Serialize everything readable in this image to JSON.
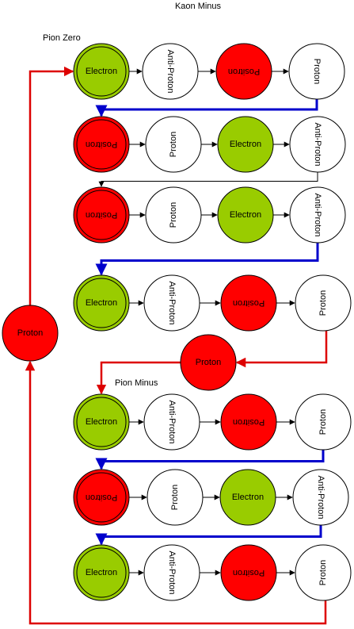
{
  "title": "Kaon Minus",
  "labels": {
    "pion_zero": "Pion Zero",
    "pion_minus": "Pion Minus"
  },
  "colors": {
    "electron": "#99cc00",
    "positron": "#ff0000",
    "neutral": "#ffffff",
    "outline": "#000000",
    "blue_connector": "#0000cc",
    "red_connector": "#dd0000"
  },
  "nodes": [
    {
      "id": "n1_1",
      "text": "Electron",
      "color": "electron",
      "rotation": 0,
      "double": true
    },
    {
      "id": "n1_2",
      "text": "Anti-Proton",
      "color": "neutral",
      "rotation": 90,
      "double": false
    },
    {
      "id": "n1_3",
      "text": "Positron",
      "color": "positron",
      "rotation": 180,
      "double": false
    },
    {
      "id": "n1_4",
      "text": "Proton",
      "color": "neutral",
      "rotation": 90,
      "double": false
    },
    {
      "id": "n2_1",
      "text": "Positron",
      "color": "positron",
      "rotation": 180,
      "double": true
    },
    {
      "id": "n2_2",
      "text": "Proton",
      "color": "neutral",
      "rotation": -90,
      "double": false
    },
    {
      "id": "n2_3",
      "text": "Electron",
      "color": "electron",
      "rotation": 0,
      "double": false
    },
    {
      "id": "n2_4",
      "text": "Anti-Proton",
      "color": "neutral",
      "rotation": 90,
      "double": false
    },
    {
      "id": "n3_1",
      "text": "Positron",
      "color": "positron",
      "rotation": 180,
      "double": true
    },
    {
      "id": "n3_2",
      "text": "Proton",
      "color": "neutral",
      "rotation": -90,
      "double": false
    },
    {
      "id": "n3_3",
      "text": "Electron",
      "color": "electron",
      "rotation": 0,
      "double": false
    },
    {
      "id": "n3_4",
      "text": "Anti-Proton",
      "color": "neutral",
      "rotation": 90,
      "double": false
    },
    {
      "id": "n4_1",
      "text": "Electron",
      "color": "electron",
      "rotation": 0,
      "double": true
    },
    {
      "id": "n4_2",
      "text": "Anti-Proton",
      "color": "neutral",
      "rotation": 90,
      "double": false
    },
    {
      "id": "n4_3",
      "text": "Positron",
      "color": "positron",
      "rotation": 180,
      "double": false
    },
    {
      "id": "n4_4",
      "text": "Proton",
      "color": "neutral",
      "rotation": -90,
      "double": false
    },
    {
      "id": "n_mid",
      "text": "Proton",
      "color": "positron",
      "rotation": 0,
      "double": false
    },
    {
      "id": "n_left",
      "text": "Proton",
      "color": "positron",
      "rotation": 0,
      "double": false
    },
    {
      "id": "n5_1",
      "text": "Electron",
      "color": "electron",
      "rotation": 0,
      "double": true
    },
    {
      "id": "n5_2",
      "text": "Anti-Proton",
      "color": "neutral",
      "rotation": 90,
      "double": false
    },
    {
      "id": "n5_3",
      "text": "Positron",
      "color": "positron",
      "rotation": 180,
      "double": false
    },
    {
      "id": "n5_4",
      "text": "Proton",
      "color": "neutral",
      "rotation": -90,
      "double": false
    },
    {
      "id": "n6_1",
      "text": "Positron",
      "color": "positron",
      "rotation": 180,
      "double": true
    },
    {
      "id": "n6_2",
      "text": "Proton",
      "color": "neutral",
      "rotation": -90,
      "double": false
    },
    {
      "id": "n6_3",
      "text": "Electron",
      "color": "electron",
      "rotation": 0,
      "double": false
    },
    {
      "id": "n6_4",
      "text": "Anti-Proton",
      "color": "neutral",
      "rotation": 90,
      "double": false
    },
    {
      "id": "n7_1",
      "text": "Electron",
      "color": "electron",
      "rotation": 0,
      "double": true
    },
    {
      "id": "n7_2",
      "text": "Anti-Proton",
      "color": "neutral",
      "rotation": 90,
      "double": false
    },
    {
      "id": "n7_3",
      "text": "Positron",
      "color": "positron",
      "rotation": 180,
      "double": false
    },
    {
      "id": "n7_4",
      "text": "Proton",
      "color": "neutral",
      "rotation": -90,
      "double": false
    }
  ],
  "edges": [
    {
      "from": "n1_1",
      "to": "n1_2",
      "color": "outline"
    },
    {
      "from": "n1_2",
      "to": "n1_3",
      "color": "outline"
    },
    {
      "from": "n1_3",
      "to": "n1_4",
      "color": "outline"
    },
    {
      "from": "n1_4",
      "to": "n2_1",
      "color": "blue_connector"
    },
    {
      "from": "n2_1",
      "to": "n2_2",
      "color": "outline"
    },
    {
      "from": "n2_2",
      "to": "n2_3",
      "color": "outline"
    },
    {
      "from": "n2_3",
      "to": "n2_4",
      "color": "outline"
    },
    {
      "from": "n2_4",
      "to": "n3_1",
      "color": "outline"
    },
    {
      "from": "n3_1",
      "to": "n3_2",
      "color": "outline"
    },
    {
      "from": "n3_2",
      "to": "n3_3",
      "color": "outline"
    },
    {
      "from": "n3_3",
      "to": "n3_4",
      "color": "outline"
    },
    {
      "from": "n3_4",
      "to": "n4_1",
      "color": "blue_connector"
    },
    {
      "from": "n4_1",
      "to": "n4_2",
      "color": "outline"
    },
    {
      "from": "n4_2",
      "to": "n4_3",
      "color": "outline"
    },
    {
      "from": "n4_3",
      "to": "n4_4",
      "color": "outline"
    },
    {
      "from": "n4_4",
      "to": "n_mid",
      "color": "red_connector"
    },
    {
      "from": "n_mid",
      "to": "n5_1",
      "color": "red_connector"
    },
    {
      "from": "n5_1",
      "to": "n5_2",
      "color": "outline"
    },
    {
      "from": "n5_2",
      "to": "n5_3",
      "color": "outline"
    },
    {
      "from": "n5_3",
      "to": "n5_4",
      "color": "outline"
    },
    {
      "from": "n5_4",
      "to": "n6_1",
      "color": "blue_connector"
    },
    {
      "from": "n6_1",
      "to": "n6_2",
      "color": "outline"
    },
    {
      "from": "n6_2",
      "to": "n6_3",
      "color": "outline"
    },
    {
      "from": "n6_3",
      "to": "n6_4",
      "color": "outline"
    },
    {
      "from": "n6_4",
      "to": "n7_1",
      "color": "blue_connector"
    },
    {
      "from": "n7_1",
      "to": "n7_2",
      "color": "outline"
    },
    {
      "from": "n7_2",
      "to": "n7_3",
      "color": "outline"
    },
    {
      "from": "n7_3",
      "to": "n7_4",
      "color": "outline"
    },
    {
      "from": "n7_4",
      "to": "n_left",
      "color": "red_connector"
    },
    {
      "from": "n_left",
      "to": "n1_1",
      "color": "red_connector"
    }
  ]
}
